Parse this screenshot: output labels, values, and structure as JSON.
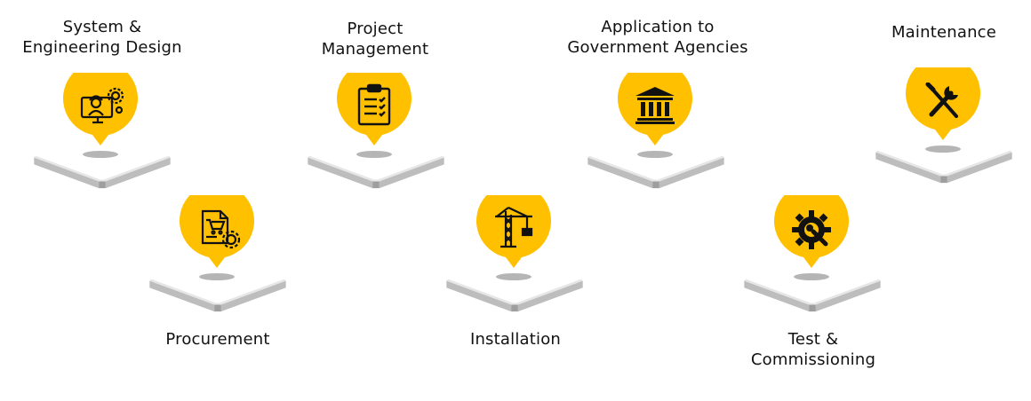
{
  "colors": {
    "accent": "#FFC000",
    "icon": "#111111",
    "platform_top": "#FFFFFF",
    "platform_edge": "#9E9E9E",
    "platform_shadow": "#D0D0D0"
  },
  "steps": [
    {
      "id": "system-engineering-design",
      "label_lines": [
        "System &",
        "Engineering Design"
      ],
      "icon": "engineer-computer-gear-icon"
    },
    {
      "id": "procurement",
      "label_lines": [
        "Procurement"
      ],
      "icon": "cart-document-gear-icon"
    },
    {
      "id": "project-management",
      "label_lines": [
        "Project",
        "Management"
      ],
      "icon": "clipboard-checklist-icon"
    },
    {
      "id": "installation",
      "label_lines": [
        "Installation"
      ],
      "icon": "tower-crane-icon"
    },
    {
      "id": "application-government",
      "label_lines": [
        "Application to",
        "Government Agencies"
      ],
      "icon": "government-building-icon"
    },
    {
      "id": "test-commissioning",
      "label_lines": [
        "Test &",
        "Commissioning"
      ],
      "icon": "gear-wrench-icon"
    },
    {
      "id": "maintenance",
      "label_lines": [
        "Maintenance"
      ],
      "icon": "screwdriver-wrench-icon"
    }
  ]
}
